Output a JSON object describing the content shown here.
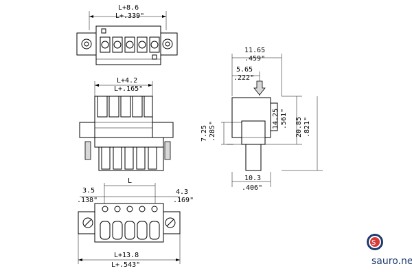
{
  "dimensions": {
    "top_view": {
      "line1": "L+8.6",
      "line2": "L+.339\""
    },
    "front_view": {
      "line1": "L+4.2",
      "line2": "L+.165\""
    },
    "bottom_view": {
      "left_mm": "3.5",
      "left_in": ".138\"",
      "pitch": "L",
      "right_mm": "4.3",
      "right_in": ".169\"",
      "overall_mm": "L+13.8",
      "overall_in": "L+.543\""
    },
    "side_view": {
      "top_mm": "11.65",
      "top_in": ".459\"",
      "inner_mm": "5.65",
      "inner_in": ".222\"",
      "height_mm": "14.25",
      "height_in": ".561\"",
      "total_mm": "20.85",
      "total_in": ".821\"",
      "low_mm": "7.25",
      "low_in": ".285\"",
      "bottom_mm": "10.3",
      "bottom_in": ".406\""
    }
  },
  "brand": {
    "name": "sauro.net",
    "logo_letter": "S",
    "color": "#1e3b6e",
    "accent": "#d63a3a"
  }
}
